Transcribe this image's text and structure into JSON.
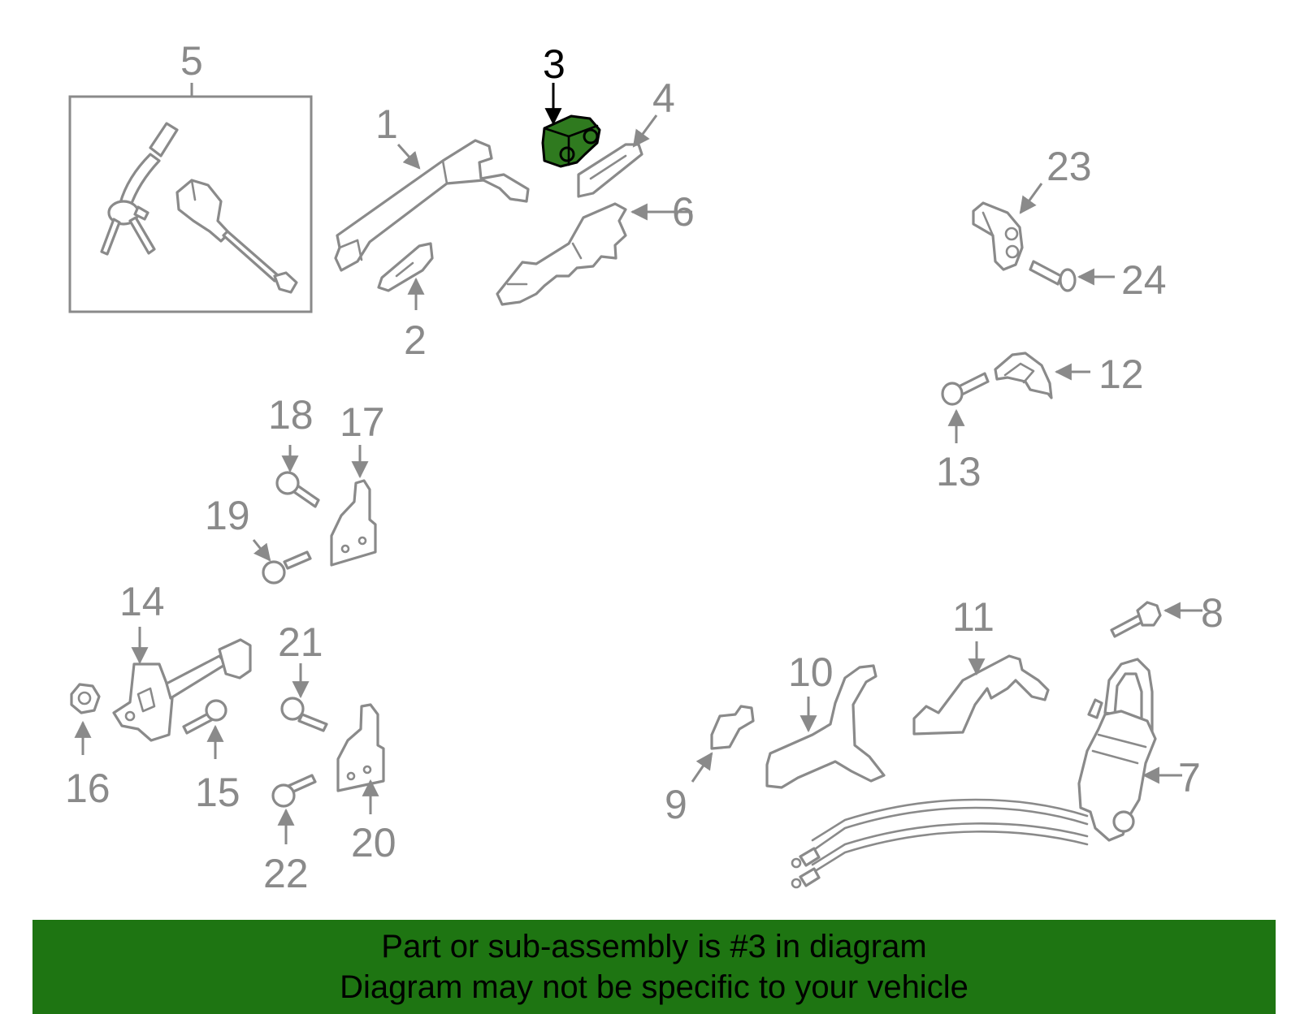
{
  "diagram": {
    "highlight_color": "#2f7a1f",
    "highlighted_part": "3",
    "callouts": {
      "c1": "1",
      "c2": "2",
      "c3": "3",
      "c4": "4",
      "c5": "5",
      "c6": "6",
      "c7": "7",
      "c8": "8",
      "c9": "9",
      "c10": "10",
      "c11": "11",
      "c12": "12",
      "c13": "13",
      "c14": "14",
      "c15": "15",
      "c16": "16",
      "c17": "17",
      "c18": "18",
      "c19": "19",
      "c20": "20",
      "c21": "21",
      "c22": "22",
      "c23": "23",
      "c24": "24"
    }
  },
  "banner": {
    "line1": "Part or sub-assembly is #3 in diagram",
    "line2": "Diagram may not be specific to your vehicle",
    "background": "#1e7512"
  }
}
